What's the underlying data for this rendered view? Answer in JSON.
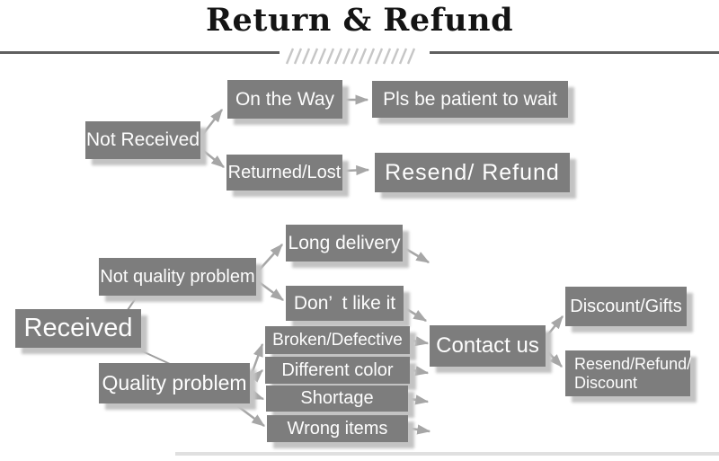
{
  "title": "Return & Refund",
  "nodes": {
    "not_received": "Not Received",
    "on_the_way": "On the Way",
    "pls_wait": "Pls be patient to wait",
    "returned_lost": "Returned/Lost",
    "resend_refund": "Resend/ Refund",
    "received": "Received",
    "not_quality_problem": "Not quality problem",
    "quality_problem": "Quality problem",
    "long_delivery": "Long delivery",
    "dont_like_it": "Don’ t like it",
    "broken_defective": "Broken/Defective",
    "different_color": "Different color",
    "shortage": "Shortage",
    "wrong_items": "Wrong items",
    "contact_us": "Contact us",
    "discount_gifts": "Discount/Gifts",
    "resend_refund_discount": "Resend/Refund/ Discount"
  },
  "colors": {
    "node_background": "#7d7d7d",
    "node_text": "#fdfdfd",
    "arrow": "#a6a6a6",
    "connector_line": "#9e9e9e",
    "divider": "#5f5f5f",
    "hatch": "#c6c6c6",
    "title_text": "#141414",
    "shadow": "#c3c3c3"
  },
  "chart_data": {
    "type": "flowchart",
    "title": "Return & Refund",
    "edges": [
      [
        "Not Received",
        "On the Way"
      ],
      [
        "Not Received",
        "Returned/Lost"
      ],
      [
        "On the Way",
        "Pls be patient to wait"
      ],
      [
        "Returned/Lost",
        "Resend/ Refund"
      ],
      [
        "Received",
        "Not quality problem"
      ],
      [
        "Received",
        "Quality problem"
      ],
      [
        "Not quality problem",
        "Long delivery"
      ],
      [
        "Not quality problem",
        "Don’t like it"
      ],
      [
        "Long delivery",
        "Contact us"
      ],
      [
        "Don’t like it",
        "Contact us"
      ],
      [
        "Quality problem",
        "Broken/Defective"
      ],
      [
        "Quality problem",
        "Different color"
      ],
      [
        "Quality problem",
        "Shortage"
      ],
      [
        "Quality problem",
        "Wrong items"
      ],
      [
        "Broken/Defective",
        "Contact us"
      ],
      [
        "Different color",
        "Contact us"
      ],
      [
        "Shortage",
        "Contact us"
      ],
      [
        "Wrong items",
        "Contact us"
      ],
      [
        "Contact us",
        "Discount/Gifts"
      ],
      [
        "Contact us",
        "Resend/Refund/Discount"
      ]
    ]
  }
}
